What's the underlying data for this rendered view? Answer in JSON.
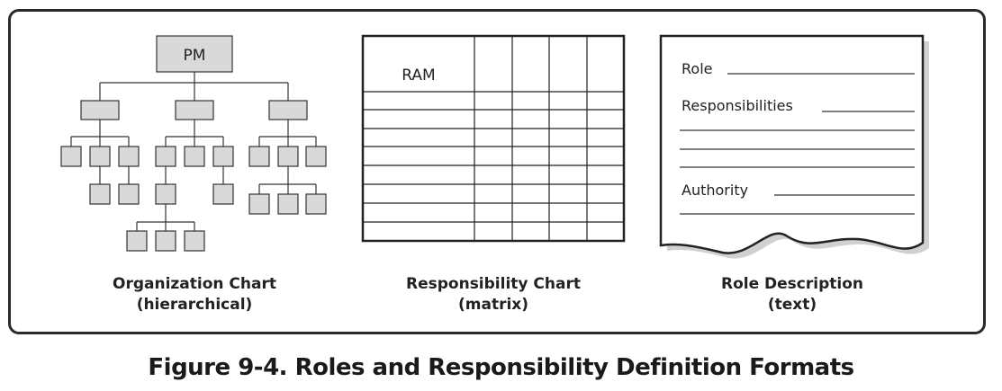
{
  "org_chart": {
    "top_label": "PM",
    "caption_line1": "Organization Chart",
    "caption_line2": "(hierarchical)"
  },
  "responsibility_chart": {
    "matrix_label": "RAM",
    "caption_line1": "Responsibility Chart",
    "caption_line2": "(matrix)"
  },
  "role_description": {
    "fields": [
      "Role",
      "Responsibilities",
      "Authority"
    ],
    "caption_line1": "Role Description",
    "caption_line2": "(text)"
  },
  "figure_title": "Figure 9-4. Roles and Responsibility Definition Formats",
  "colors": {
    "box_fill": "#d9d9d9",
    "stroke": "#333333",
    "frame": "#2a2a2a"
  }
}
